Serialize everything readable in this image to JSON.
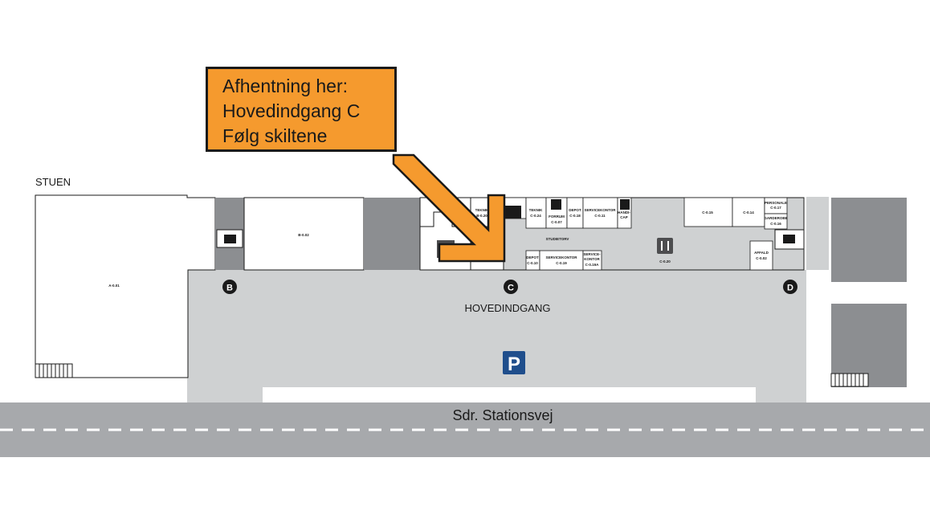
{
  "floor_label": "STUEN",
  "callout": {
    "line1": "Afhentning her:",
    "line2": "Hovedindgang C",
    "line3": "Følg skiltene"
  },
  "entrances": {
    "b": "B",
    "c": "C",
    "d": "D"
  },
  "main_entrance_label": "HOVEDINDGANG",
  "street_label": "Sdr. Stationsvej",
  "parking_symbol": "P",
  "rooms": {
    "a001": "A-0.01",
    "b002": "B-0.02",
    "teknik_c020": [
      "TEKNIK",
      "B-0.20"
    ],
    "teknik_c024": [
      "TEKNIK",
      "C-0.24"
    ],
    "forrum": [
      "FORRUM",
      "C-0.07"
    ],
    "depot_c018": [
      "DEPOT",
      "C-0.18"
    ],
    "servicekontor_c011": [
      "SERVICEKONTOR",
      "C-0.11"
    ],
    "handicap": [
      "HANDI-",
      "CAP"
    ],
    "c015": "C-0.15",
    "c014": "C-0.14",
    "personale": [
      "PERSONALE",
      "C-0.17"
    ],
    "garderobe": [
      "GARDEROBE",
      "C-0.16"
    ],
    "studietorv": "STUDIETORV",
    "depot_c010": [
      "DEPOT",
      "C-0.10"
    ],
    "servicekontor_c019": [
      "SERVICEKONTOR",
      "C-0.19"
    ],
    "servicekontor_c019a": [
      "SERVICE-",
      "KONTOR",
      "C-0.19A"
    ],
    "c020": "C-0.20",
    "affald": [
      "AFFALD",
      "C-0.02"
    ]
  },
  "colors": {
    "callout_fill": "#f59a2e",
    "road": "#a7a9ac",
    "corridor": "#cfd1d2",
    "stair_block": "#8c8e91",
    "parking_sign": "#1f4e8c"
  }
}
